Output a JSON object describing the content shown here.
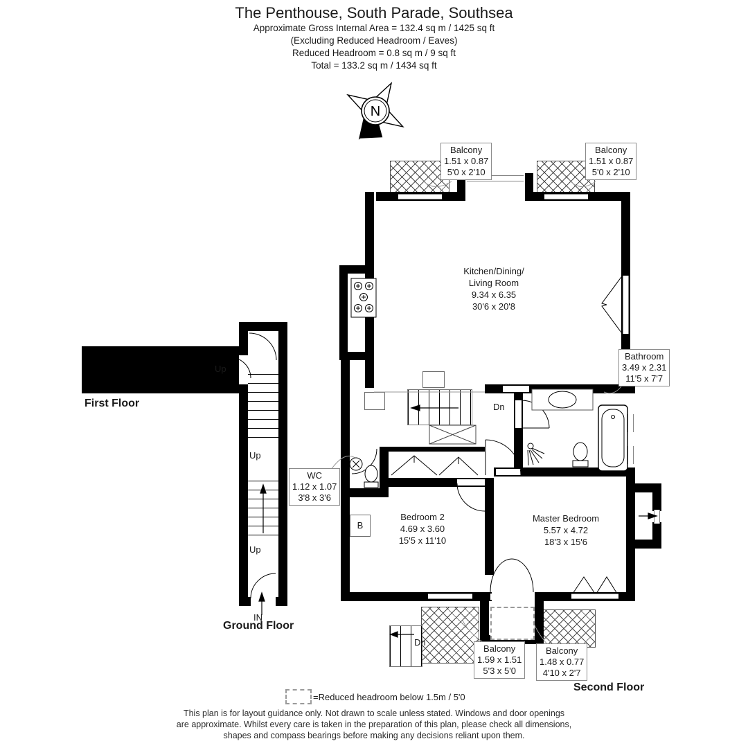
{
  "header": {
    "title": "The Penthouse, South Parade, Southsea",
    "area_line1": "Approximate Gross Internal Area = 132.4 sq m / 1425 sq ft",
    "area_line2": "(Excluding Reduced Headroom / Eaves)",
    "area_line3": "Reduced Headroom = 0.8 sq m / 9 sq ft",
    "area_line4": "Total = 133.2 sq m / 1434 sq ft"
  },
  "compass": {
    "north": "N"
  },
  "floor_labels": {
    "first": "First Floor",
    "ground": "Ground Floor",
    "second": "Second Floor"
  },
  "rooms": {
    "kitchen": {
      "name_line1": "Kitchen/Dining/",
      "name_line2": "Living Room",
      "metric": "9.34 x 6.35",
      "imperial": "30'6 x 20'8"
    },
    "bathroom": {
      "name": "Bathroom",
      "metric": "3.49 x 2.31",
      "imperial": "11'5 x 7'7"
    },
    "wc": {
      "name": "WC",
      "metric": "1.12 x 1.07",
      "imperial": "3'8 x 3'6"
    },
    "bedroom2": {
      "name": "Bedroom 2",
      "metric": "4.69 x 3.60",
      "imperial": "15'5 x 11'10"
    },
    "master_bedroom": {
      "name": "Master Bedroom",
      "metric": "5.57 x 4.72",
      "imperial": "18'3 x 15'6"
    },
    "balcony_top_left": {
      "name": "Balcony",
      "metric": "1.51 x 0.87",
      "imperial": "5'0 x 2'10"
    },
    "balcony_top_right": {
      "name": "Balcony",
      "metric": "1.51 x 0.87",
      "imperial": "5'0 x 2'10"
    },
    "balcony_bottom_left": {
      "name": "Balcony",
      "metric": "1.59 x 1.51",
      "imperial": "5'3 x 5'0"
    },
    "balcony_bottom_right": {
      "name": "Balcony",
      "metric": "1.48 x 0.77",
      "imperial": "4'10 x 2'7"
    }
  },
  "stair_labels": {
    "up": "Up",
    "down": "Dn",
    "entrance": "IN"
  },
  "appliance_labels": {
    "boiler": "B"
  },
  "legend": {
    "reduced_headroom": "=Reduced headroom below 1.5m / 5'0"
  },
  "disclaimer": {
    "line1": "This plan is for layout guidance only. Not drawn to scale unless stated. Windows and door openings",
    "line2": "are approximate. Whilst every care is taken in the preparation of this plan, please check all dimensions,",
    "line3": "shapes and compass bearings before making any decisions reliant upon them."
  },
  "colors": {
    "wall": "#000000",
    "background": "#ffffff",
    "annotation_border": "#8a8a8a",
    "text": "#1a1a1a"
  }
}
